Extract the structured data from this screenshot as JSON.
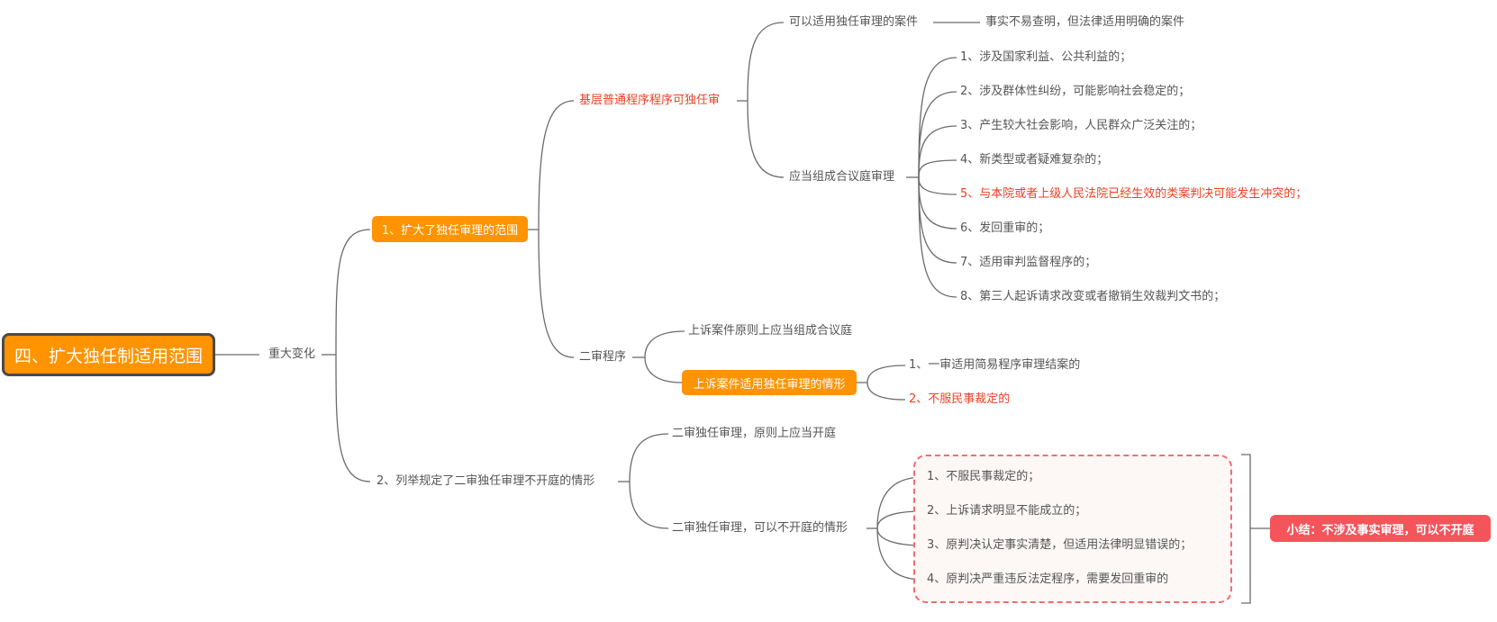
{
  "colors": {
    "orange": "#ff9300",
    "red_text": "#ef3e23",
    "summary_red": "#f5545b",
    "line": "#666666"
  },
  "root": "四、扩大独任制适用范围",
  "major_change": "重大变化",
  "branch1": {
    "title": "1、扩大了独任审理的范围",
    "basic": {
      "title": "基层普通程序程序可独任审",
      "applicable": "可以适用独任审理的案件",
      "applicable_detail": "事实不易查明，但法律适用明确的案件",
      "collegial": "应当组成合议庭审理",
      "items": [
        "1、涉及国家利益、公共利益的；",
        "2、涉及群体性纠纷，可能影响社会稳定的；",
        "3、产生较大社会影响，人民群众广泛关注的；",
        "4、新类型或者疑难复杂的；",
        "5、与本院或者上级人民法院已经生效的类案判决可能发生冲突的；",
        "6、发回重审的；",
        "7、适用审判监督程序的；",
        "8、第三人起诉请求改变或者撤销生效裁判文书的；"
      ]
    },
    "second": {
      "title": "二审程序",
      "principle": "上诉案件原则上应当组成合议庭",
      "sole": "上诉案件适用独任审理的情形",
      "sole_items": [
        "1、一审适用简易程序审理结案的",
        "2、不服民事裁定的"
      ]
    }
  },
  "branch2": {
    "title": "2、列举规定了二审独任审理不开庭的情形",
    "open": "二审独任审理，原则上应当开庭",
    "not_open": "二审独任审理，可以不开庭的情形",
    "items": [
      "1、不服民事裁定的；",
      "2、上诉请求明显不能成立的；",
      "3、原判决认定事实清楚，但适用法律明显错误的；",
      "4、原判决严重违反法定程序，需要发回重审的"
    ],
    "summary": "小结：不涉及事实审理，可以不开庭"
  }
}
